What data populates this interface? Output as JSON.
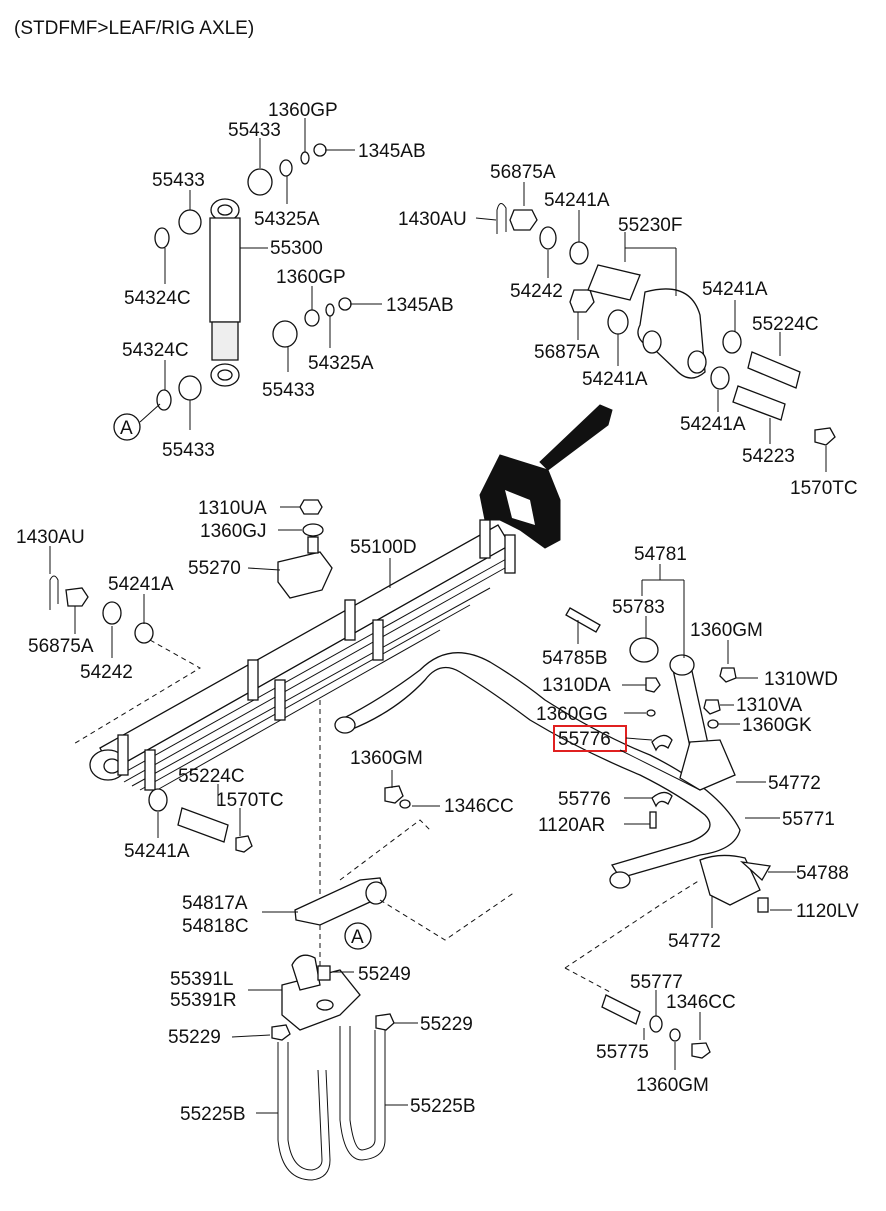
{
  "title": "(STDFMF>LEAF/RIG AXLE)",
  "highlighted_part": "55776",
  "callout_marker": "A",
  "labels": {
    "l_1360GP_a": "1360GP",
    "l_55433_a": "55433",
    "l_1345AB_a": "1345AB",
    "l_55433_b": "55433",
    "l_54325A_a": "54325A",
    "l_55300": "55300",
    "l_54324C_a": "54324C",
    "l_1360GP_b": "1360GP",
    "l_1345AB_b": "1345AB",
    "l_54324C_b": "54324C",
    "l_54325A_b": "54325A",
    "l_55433_c": "55433",
    "l_55433_d": "55433",
    "l_56875A_a": "56875A",
    "l_1430AU_a": "1430AU",
    "l_54241A_a": "54241A",
    "l_55230F": "55230F",
    "l_54242_a": "54242",
    "l_54241A_b": "54241A",
    "l_56875A_b": "56875A",
    "l_55224C_a": "55224C",
    "l_54241A_c": "54241A",
    "l_54241A_d": "54241A",
    "l_54223": "54223",
    "l_1570TC_a": "1570TC",
    "l_1310UA": "1310UA",
    "l_1360GJ": "1360GJ",
    "l_1430AU_b": "1430AU",
    "l_55100D": "55100D",
    "l_55270": "55270",
    "l_54241A_e": "54241A",
    "l_56875A_c": "56875A",
    "l_54242_b": "54242",
    "l_54781": "54781",
    "l_55783": "55783",
    "l_1360GM_a": "1360GM",
    "l_54785B": "54785B",
    "l_1310WD": "1310WD",
    "l_1310DA": "1310DA",
    "l_1310VA": "1310VA",
    "l_1360GG": "1360GG",
    "l_1360GK": "1360GK",
    "l_55776_a": "55776",
    "l_1360GM_b": "1360GM",
    "l_54772_a": "54772",
    "l_55224C_b": "55224C",
    "l_1570TC_b": "1570TC",
    "l_1346CC_a": "1346CC",
    "l_55776_b": "55776",
    "l_55771": "55771",
    "l_1120AR": "1120AR",
    "l_54241A_f": "54241A",
    "l_54788": "54788",
    "l_54817A": "54817A",
    "l_54818C": "54818C",
    "l_1120LV": "1120LV",
    "l_54772_b": "54772",
    "l_55391L": "55391L",
    "l_55249": "55249",
    "l_55391R": "55391R",
    "l_55777": "55777",
    "l_1346CC_b": "1346CC",
    "l_55229_a": "55229",
    "l_55229_b": "55229",
    "l_55775": "55775",
    "l_1360GM_c": "1360GM",
    "l_55225B_a": "55225B",
    "l_55225B_b": "55225B"
  }
}
